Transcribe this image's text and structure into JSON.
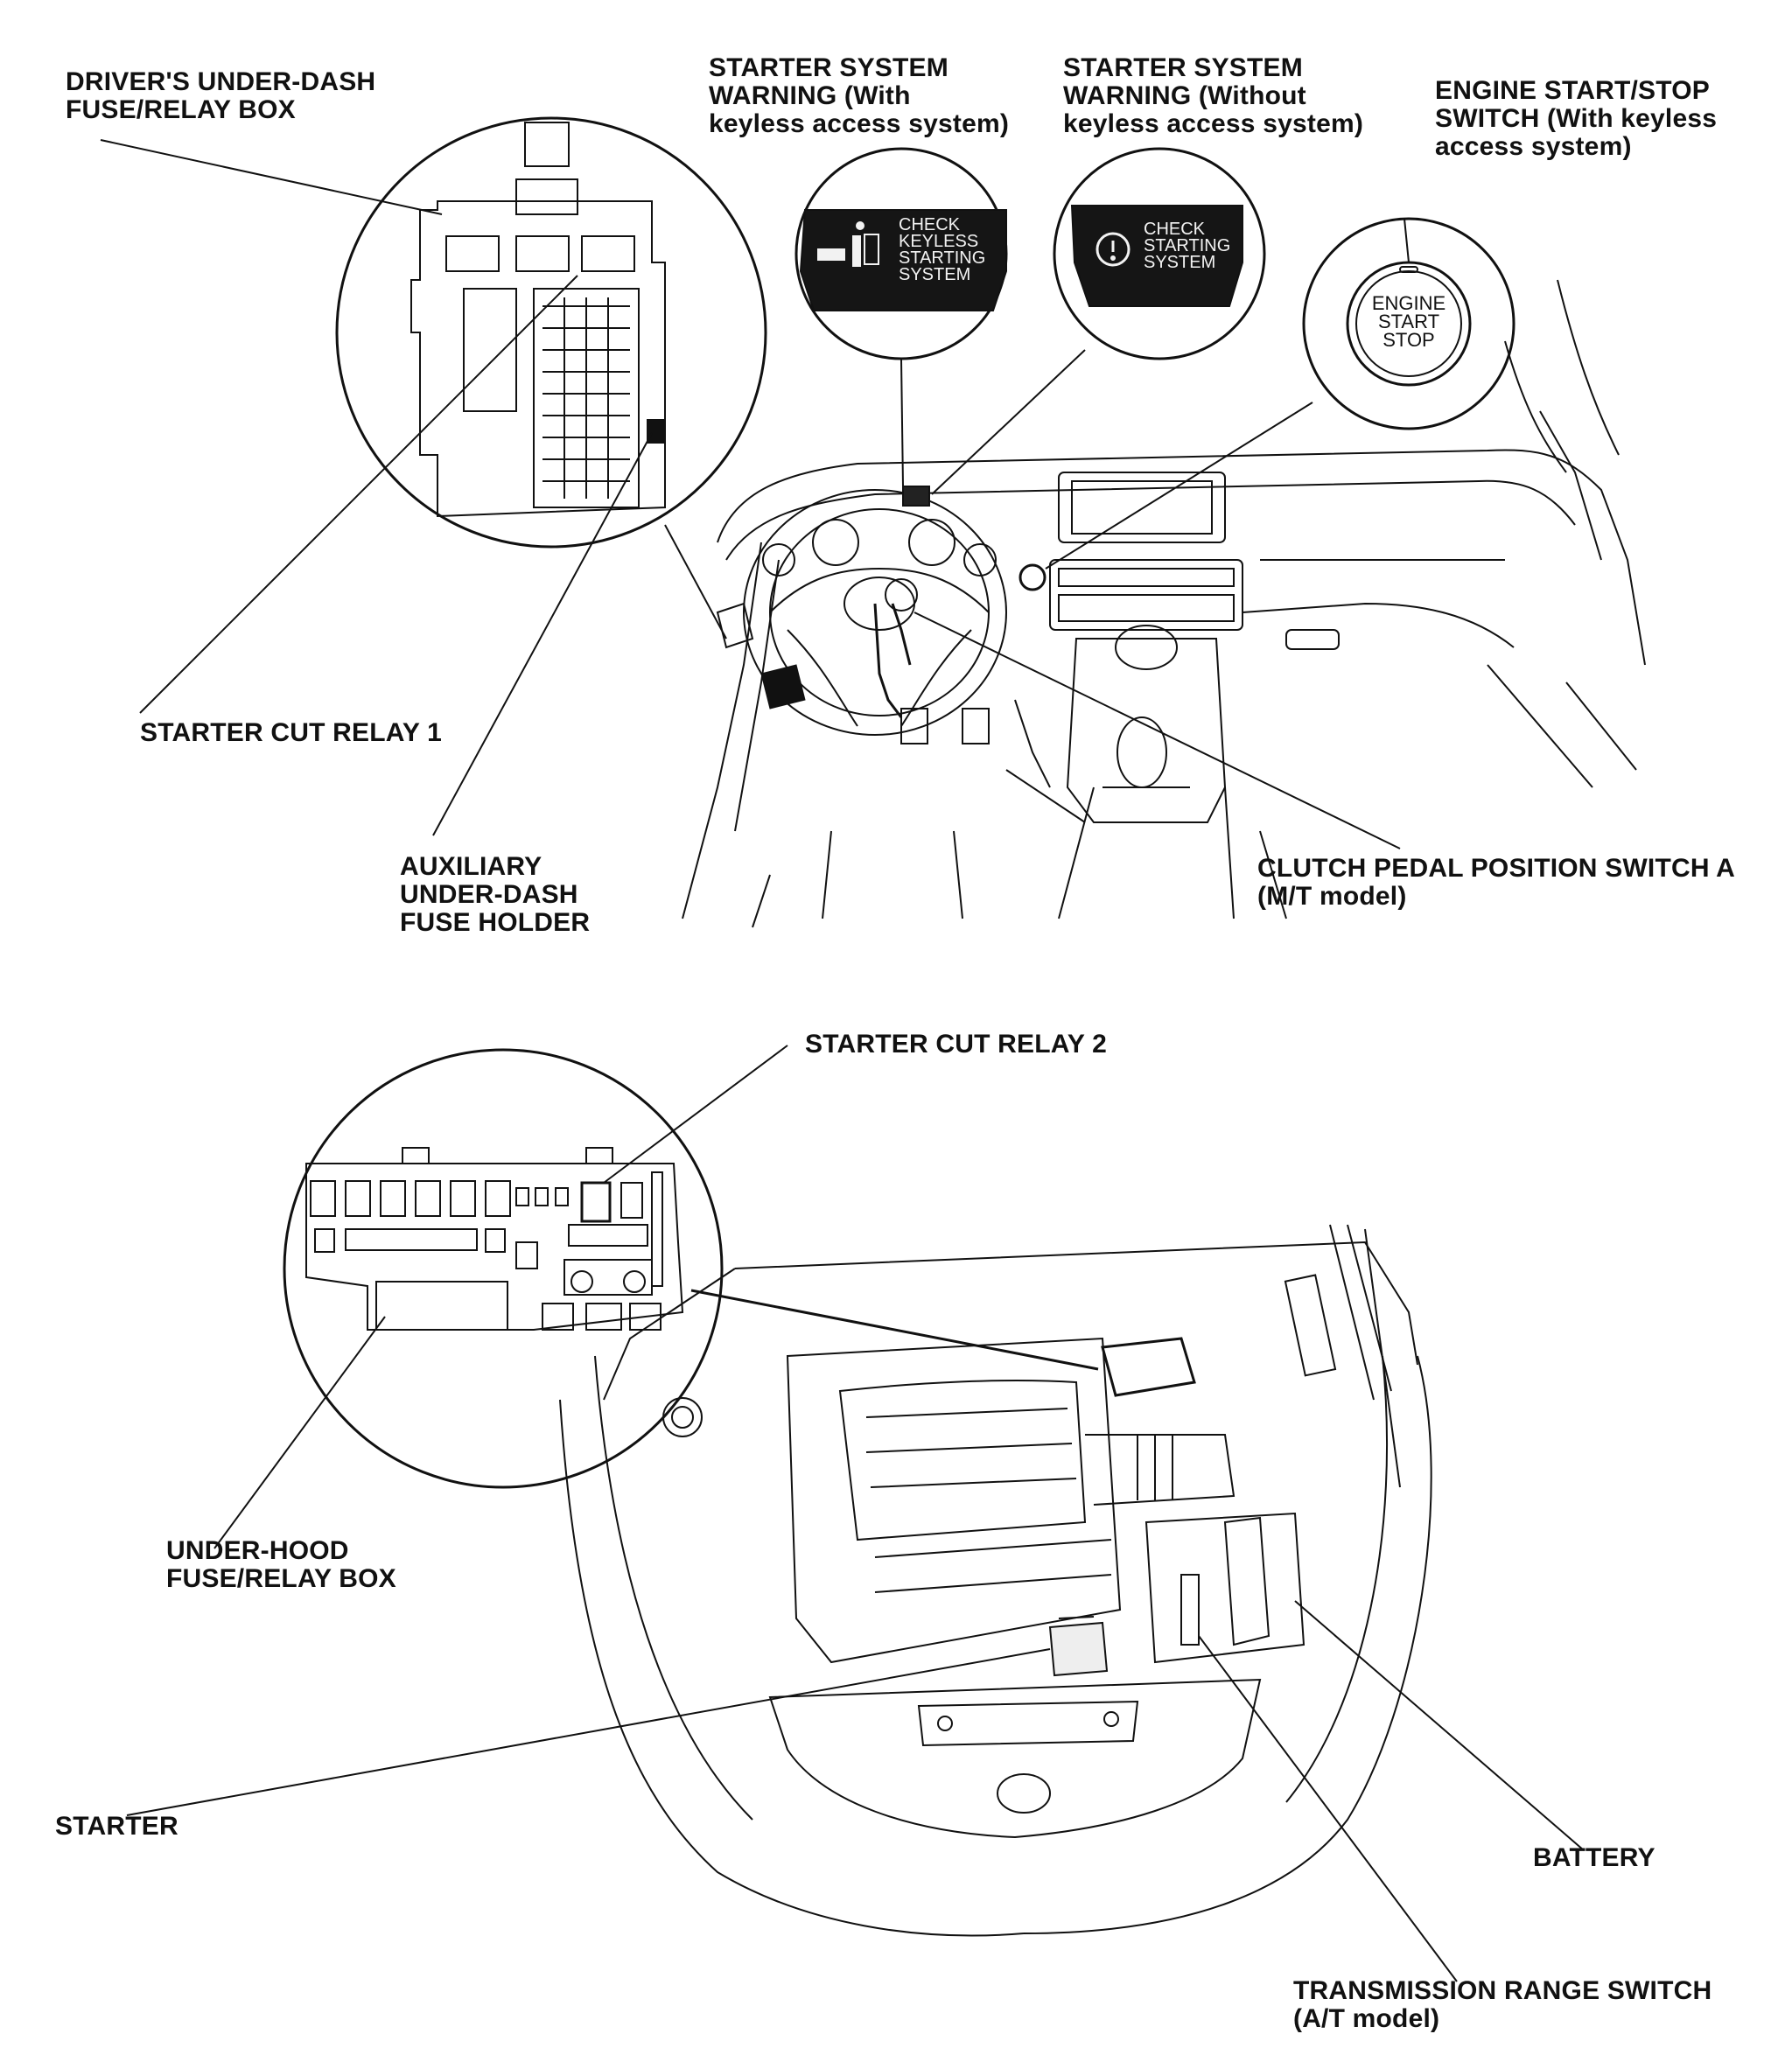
{
  "labels": {
    "drivers_fuse_box": "DRIVER'S UNDER-DASH\nFUSE/RELAY BOX",
    "warning_with_keyless": "STARTER SYSTEM\nWARNING (With\nkeyless access system)",
    "warning_without_keyless": "STARTER SYSTEM\nWARNING (Without\nkeyless access system)",
    "engine_start_stop": "ENGINE START/STOP\nSWITCH (With keyless\naccess system)",
    "starter_cut_relay_1": "STARTER CUT RELAY 1",
    "aux_fuse_holder": "AUXILIARY\nUNDER-DASH\nFUSE HOLDER",
    "clutch_switch": "CLUTCH PEDAL POSITION SWITCH A\n(M/T model)",
    "starter_cut_relay_2": "STARTER CUT RELAY 2",
    "under_hood_box": "UNDER-HOOD\nFUSE/RELAY BOX",
    "starter": "STARTER",
    "battery": "BATTERY",
    "transmission_switch": "TRANSMISSION RANGE SWITCH\n(A/T model)"
  },
  "displays": {
    "keyless_warning_text": "CHECK\nKEYLESS\nSTARTING\nSYSTEM",
    "starting_warning_text": "CHECK\nSTARTING\nSYSTEM",
    "button_text": "ENGINE\nSTART\nSTOP"
  },
  "icons": [
    "key-fob-warning-icon",
    "exclamation-circle-icon"
  ]
}
